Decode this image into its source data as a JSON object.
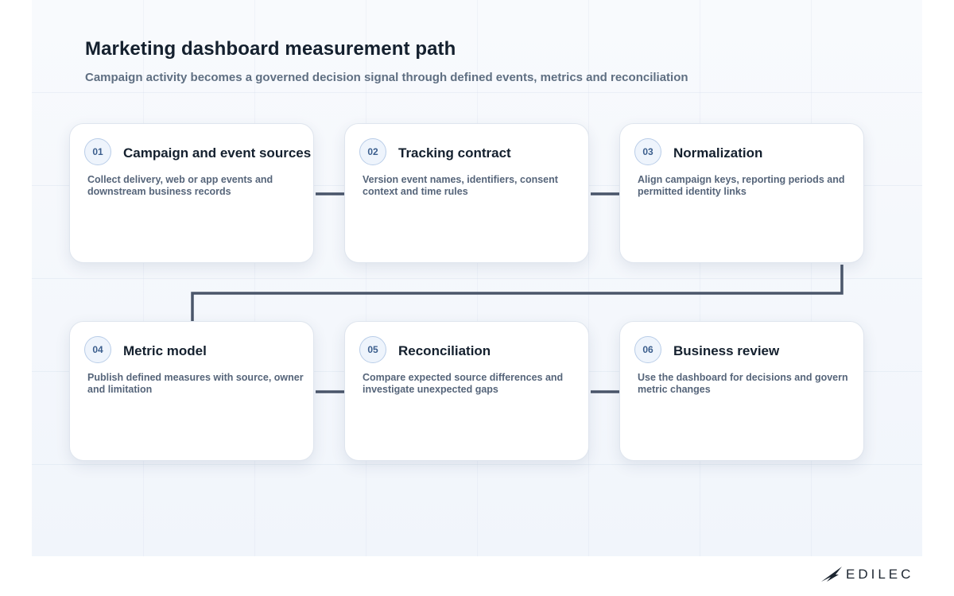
{
  "header": {
    "title": "Marketing dashboard measurement path",
    "subtitle": "Campaign activity becomes a governed decision signal through defined events, metrics and reconciliation"
  },
  "steps": [
    {
      "number": "01",
      "title": "Campaign and event sources",
      "description": "Collect delivery, web or app events and downstream business records"
    },
    {
      "number": "02",
      "title": "Tracking contract",
      "description": "Version event names, identifiers, consent context and time rules"
    },
    {
      "number": "03",
      "title": "Normalization",
      "description": "Align campaign keys, reporting periods and permitted identity links"
    },
    {
      "number": "04",
      "title": "Metric model",
      "description": "Publish defined measures with source, owner and limitation"
    },
    {
      "number": "05",
      "title": "Reconciliation",
      "description": "Compare expected source differences and investigate unexpected gaps"
    },
    {
      "number": "06",
      "title": "Business review",
      "description": "Use the dashboard for decisions and govern metric changes"
    }
  ],
  "brand": {
    "name": "EDILEC",
    "logo_icon": "bird-wing-icon"
  },
  "colors": {
    "connector": "#4a566a",
    "badge_text": "#3b5e8d",
    "title_text": "#14202e",
    "description_text": "#56657a"
  }
}
